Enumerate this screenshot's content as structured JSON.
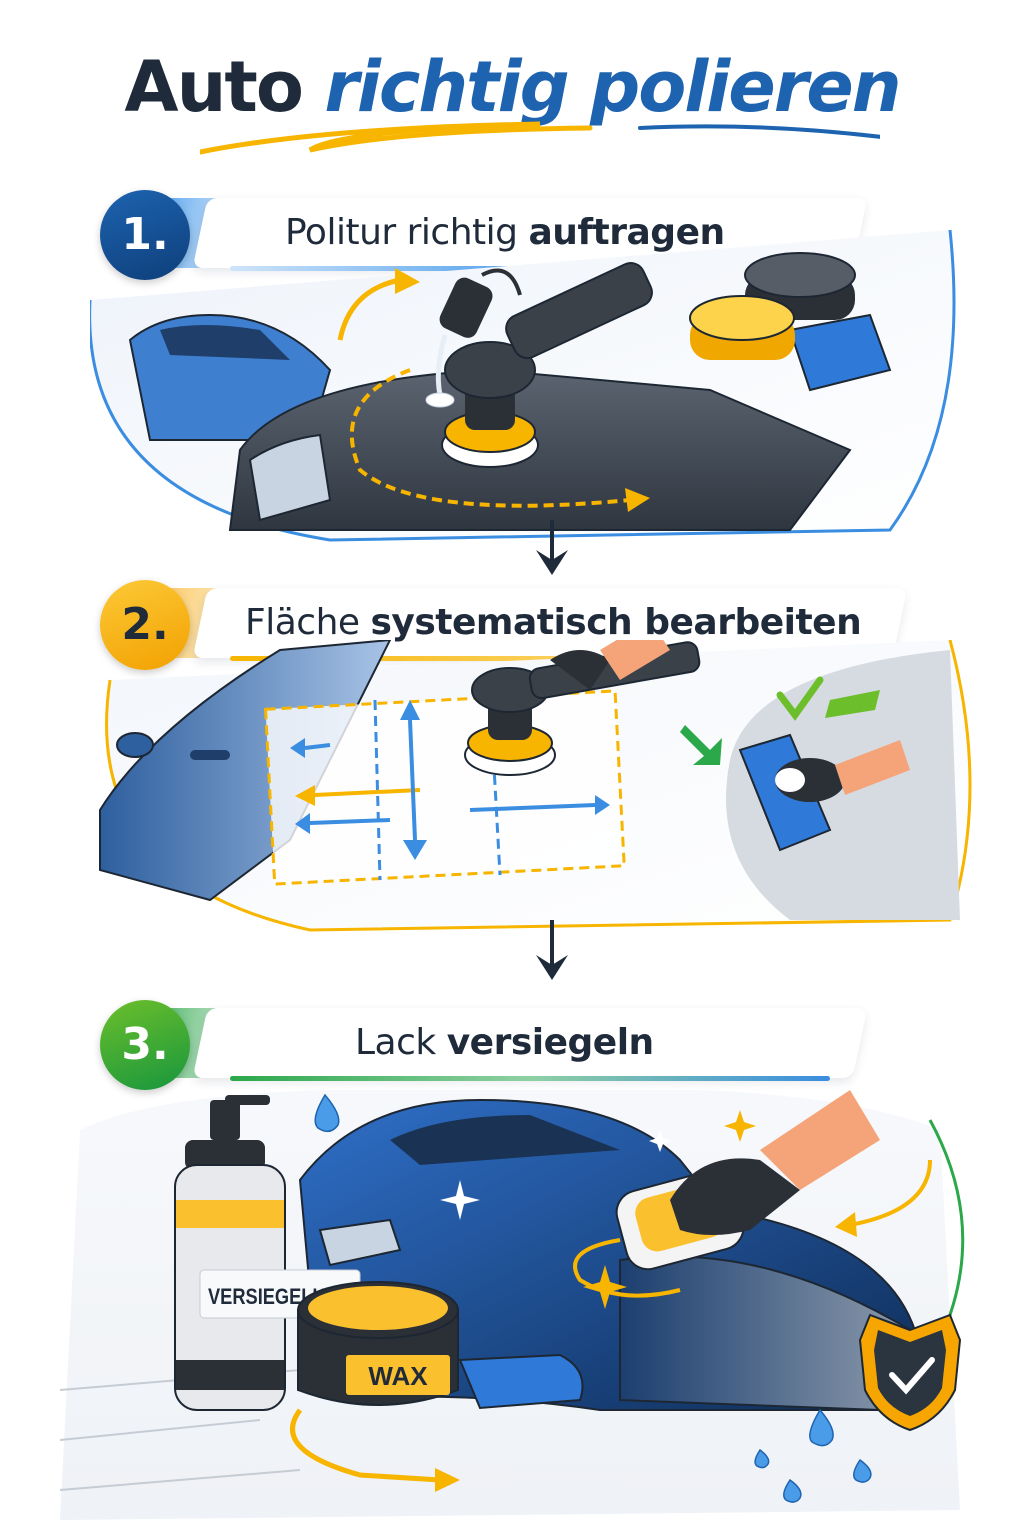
{
  "title": {
    "part1": "Auto",
    "part2": "richtig polieren",
    "colors": {
      "part1": "#1f2b3a",
      "part2": "#1d63b0",
      "swoosh_yellow": "#f7b500",
      "swoosh_blue": "#1d63b0"
    }
  },
  "steps": [
    {
      "number": "1.",
      "label_regular": "Politur richtig ",
      "label_bold": "auftragen",
      "accent": "#1d63b0",
      "illustration": "polisher-applying-polish-to-car-hood",
      "icons": [
        "car-icon",
        "polish-bottle-icon",
        "orbital-polisher-icon",
        "polishing-pad-yellow-icon",
        "polishing-pad-grey-icon",
        "microfiber-cloth-icon",
        "circular-motion-arrow-icon"
      ]
    },
    {
      "number": "2.",
      "label_regular": "Fläche ",
      "label_bold": "systematisch bearbeiten",
      "accent": "#f7b500",
      "illustration": "cross-hatch-polishing-pattern-on-car-door",
      "icons": [
        "car-door-icon",
        "grid-section-icon",
        "direction-arrows-icon",
        "orbital-polisher-icon",
        "gloved-hand-icon",
        "microfiber-cloth-icon",
        "checkmark-icon"
      ]
    },
    {
      "number": "3.",
      "label_regular": "Lack ",
      "label_bold": "versiegeln",
      "accent": "#2ba84a",
      "illustration": "applying-wax-sealant-to-car",
      "icons": [
        "sealant-bottle-icon",
        "wax-tin-icon",
        "water-drop-icon",
        "car-icon",
        "applicator-pad-icon",
        "sparkle-icon",
        "shield-check-icon"
      ],
      "products": {
        "bottle_label": "VERSIEGELUNG",
        "tin_label": "WAX"
      }
    }
  ]
}
